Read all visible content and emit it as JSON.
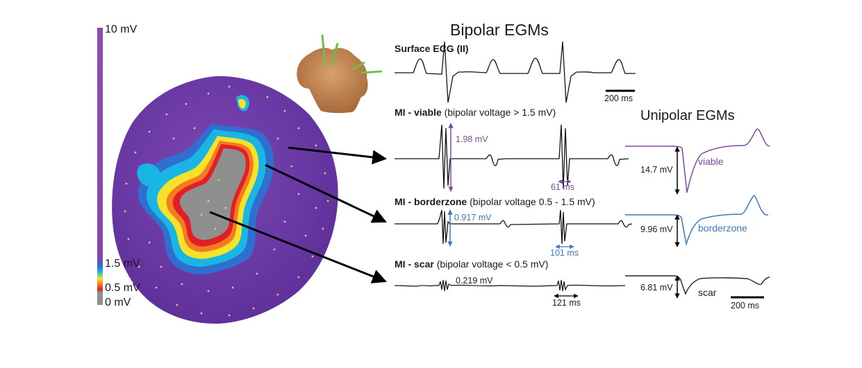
{
  "titles": {
    "bipolar": "Bipolar EGMs",
    "unipolar": "Unipolar EGMs"
  },
  "colorbar": {
    "ticks": [
      "10 mV",
      "1.5 mV",
      "0.5 mV",
      "0 mV"
    ],
    "colors": {
      "top": "#8a4fae",
      "purple": "#7a45b0",
      "blue": "#2e6fcf",
      "cyan": "#19b5e4",
      "yellow": "#f6e22a",
      "orange": "#f47b20",
      "red": "#e21f26",
      "gray": "#8f8f8f"
    }
  },
  "traces": {
    "surface": {
      "bold": "Surface ECG (II)",
      "rest": ""
    },
    "viable": {
      "bold": "MI - viable",
      "rest": " (bipolar voltage > 1.5 mV)",
      "amplitude": "1.98 mV",
      "duration": "61 ms",
      "unipolar_amp": "14.7 mV",
      "unipolar_name": "viable",
      "color": "#7b4a9e"
    },
    "borderzone": {
      "bold": "MI - borderzone",
      "rest": " (bipolar voltage 0.5 - 1.5 mV)",
      "amplitude": "0.917 mV",
      "duration": "101 ms",
      "unipolar_amp": "9.96 mV",
      "unipolar_name": "borderzone",
      "color": "#3a78bd"
    },
    "scar": {
      "bold": "MI - scar",
      "rest": " (bipolar voltage < 0.5 mV)",
      "amplitude": "0.219 mV",
      "duration": "121 ms",
      "unipolar_amp": "6.81 mV",
      "unipolar_name": "scar",
      "color": "#222222"
    }
  },
  "scalebars": {
    "ecg": "200 ms",
    "unipolar": "200 ms"
  },
  "electrode_color": "#6cc04a"
}
